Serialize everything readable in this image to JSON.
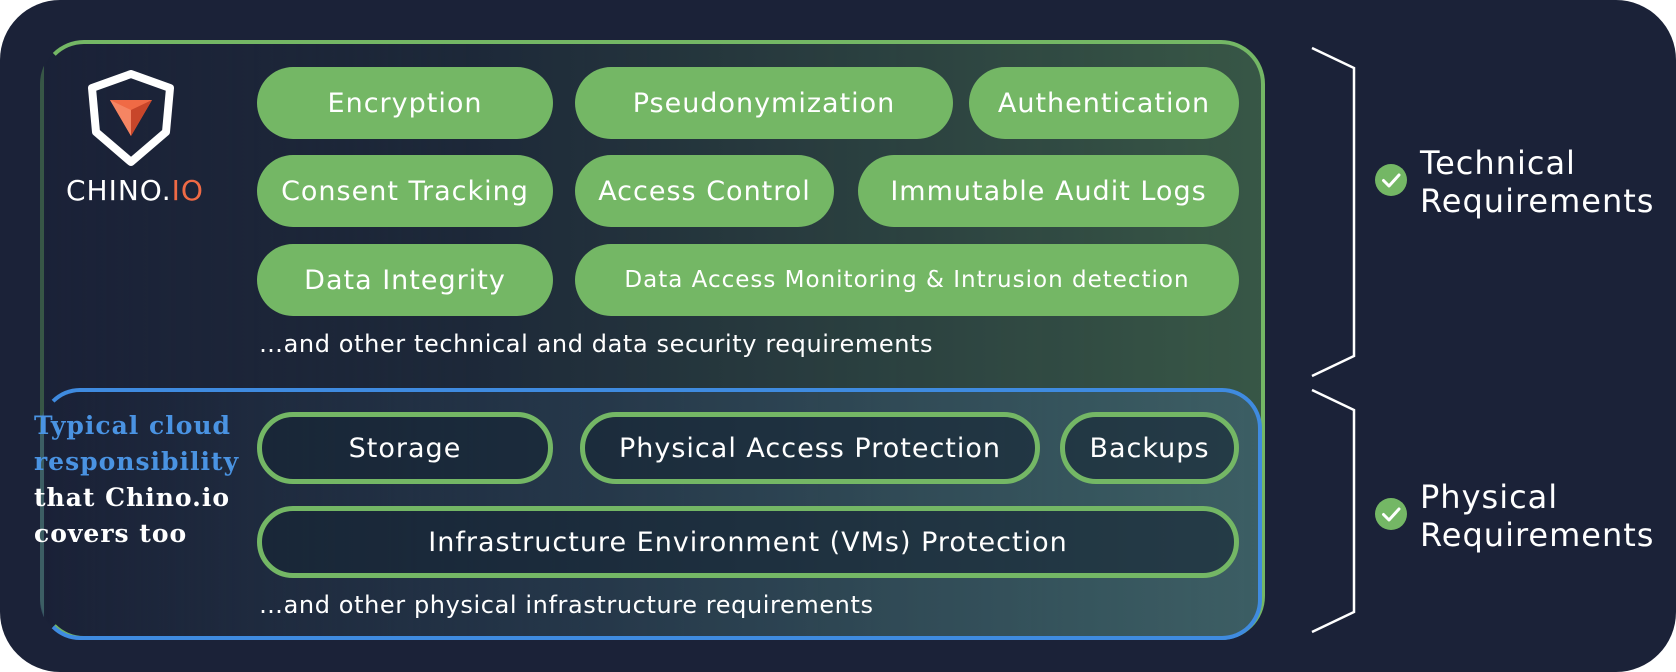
{
  "logo": {
    "name_main": "CHINO.",
    "name_accent": "IO",
    "icon": "shield-triangle-logo-icon",
    "accent_color": "#f06a45"
  },
  "colors": {
    "background": "#1b2238",
    "green": "#74b765",
    "blue": "#3f8be0",
    "text": "#ffffff"
  },
  "technical": {
    "row1": [
      "Encryption",
      "Pseudonymization",
      "Authentication"
    ],
    "row2": [
      "Consent Tracking",
      "Access Control",
      "Immutable Audit Logs"
    ],
    "row3": [
      "Data Integrity",
      "Data Access Monitoring & Intrusion detection"
    ],
    "note": "…and other technical and data security requirements"
  },
  "physical": {
    "row1": [
      "Storage",
      "Physical Access Protection",
      "Backups"
    ],
    "row2": [
      "Infrastructure Environment (VMs) Protection"
    ],
    "note": "…and other physical infrastructure requirements"
  },
  "cloud_note": {
    "line1": "Typical cloud",
    "line2": "responsibility",
    "line3": "that Chino.io",
    "line4": "covers too"
  },
  "labels": {
    "technical_line1": "Technical",
    "technical_line2": "Requirements",
    "physical_line1": "Physical",
    "physical_line2": "Requirements",
    "check_icon": "check-circle-icon"
  }
}
